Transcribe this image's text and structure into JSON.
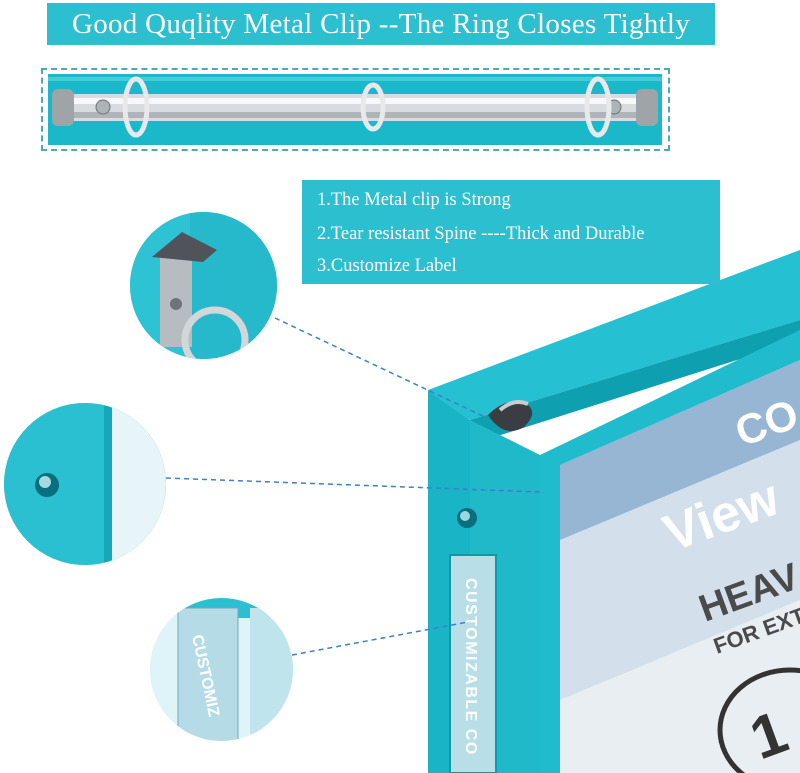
{
  "headline": "Good Quqlity Metal Clip --The Ring Closes Tightly",
  "features": [
    "1.The Metal clip is Strong",
    "2.Tear resistant Spine ----Thick and Durable",
    "3.Customize Label"
  ],
  "spine_label": "CUSTOMIZABLE CO",
  "callout_label_text": "CUSTOMIZ",
  "cover": {
    "line1": "CO",
    "line2": "View",
    "line3": "HEAV",
    "line4": "FOR EXT",
    "line5": "1"
  },
  "colors": {
    "accent": "#2bbfd0",
    "binder": "#1fb9ca",
    "binder_dark": "#0e98aa",
    "metal": "#c9ccd0"
  }
}
